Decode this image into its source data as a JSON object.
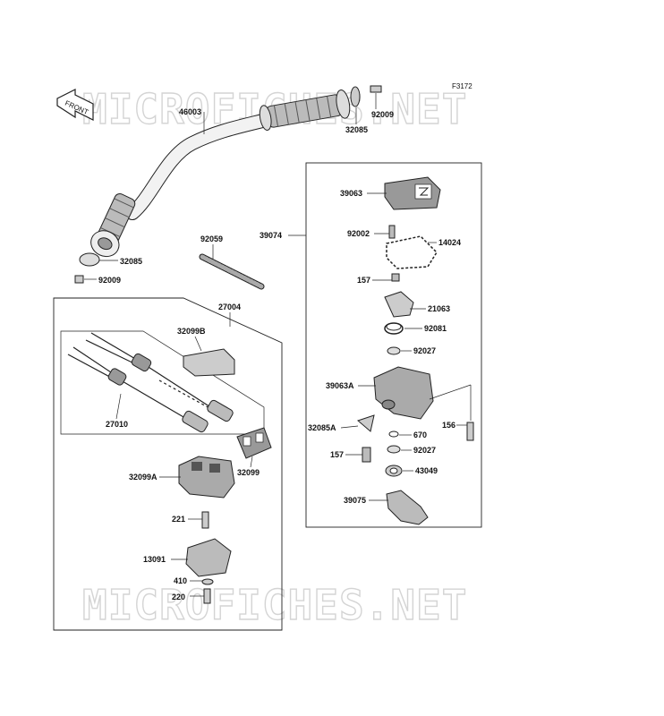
{
  "figure_code": "F3172",
  "watermark_text": "MICROFICHES.NET",
  "front_arrow_label": "FRONT",
  "parts": [
    {
      "id": "p46003",
      "label": "46003"
    },
    {
      "id": "p32085_top",
      "label": "32085"
    },
    {
      "id": "p92009_top",
      "label": "92009"
    },
    {
      "id": "p32085_left",
      "label": "32085"
    },
    {
      "id": "p92009_left",
      "label": "92009"
    },
    {
      "id": "p92059",
      "label": "92059"
    },
    {
      "id": "p27004",
      "label": "27004"
    },
    {
      "id": "p32099B",
      "label": "32099B"
    },
    {
      "id": "p27010",
      "label": "27010"
    },
    {
      "id": "p32099A",
      "label": "32099A"
    },
    {
      "id": "p32099",
      "label": "32099"
    },
    {
      "id": "p221",
      "label": "221"
    },
    {
      "id": "p13091",
      "label": "13091"
    },
    {
      "id": "p410",
      "label": "410"
    },
    {
      "id": "p220",
      "label": "220"
    },
    {
      "id": "p39074",
      "label": "39074"
    },
    {
      "id": "p39063",
      "label": "39063"
    },
    {
      "id": "p92002",
      "label": "92002"
    },
    {
      "id": "p14024",
      "label": "14024"
    },
    {
      "id": "p157_top",
      "label": "157"
    },
    {
      "id": "p21063",
      "label": "21063"
    },
    {
      "id": "p92081",
      "label": "92081"
    },
    {
      "id": "p92027_top",
      "label": "92027"
    },
    {
      "id": "p39063A",
      "label": "39063A"
    },
    {
      "id": "p156",
      "label": "156"
    },
    {
      "id": "p32085A",
      "label": "32085A"
    },
    {
      "id": "p670",
      "label": "670"
    },
    {
      "id": "p157_bot",
      "label": "157"
    },
    {
      "id": "p92027_bot",
      "label": "92027"
    },
    {
      "id": "p43049",
      "label": "43049"
    },
    {
      "id": "p39075",
      "label": "39075"
    }
  ]
}
